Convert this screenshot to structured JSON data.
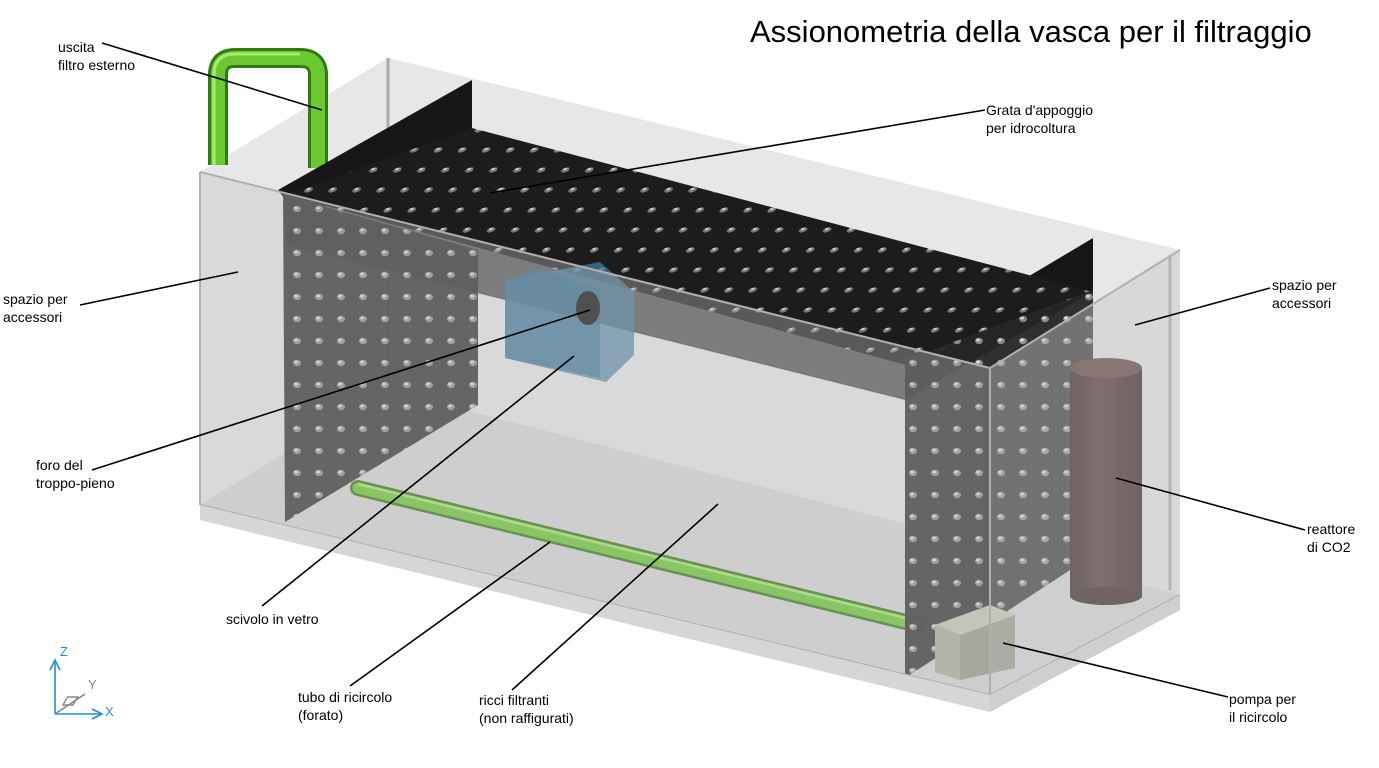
{
  "title": "Assionometria della vasca per il filtraggio",
  "labels": {
    "uscita_filtro": "uscita\nfiltro esterno",
    "grata": "Grata d'appoggio\nper idrocoltura",
    "spazio_sinistra": "spazio per\naccessori",
    "spazio_destra": "spazio per\naccessori",
    "foro": "foro del\ntroppo-pieno",
    "reattore": "reattore\ndi CO2",
    "scivolo": "scivolo in vetro",
    "tubo": "tubo di ricircolo\n(forato)",
    "ricci": "ricci filtranti\n(non raffigurati)",
    "pompa": "pompa per\nil ricircolo"
  },
  "axes": {
    "z": "Z",
    "y": "Y",
    "x": "X"
  },
  "colors": {
    "glass": "#c8c8c8",
    "grate": "#1a1a1a",
    "pipe": "#5cb82a",
    "reactor": "#3a2020",
    "pump": "#a8a898",
    "slide": "#3e7a9e",
    "axis": "#1e90d0"
  }
}
